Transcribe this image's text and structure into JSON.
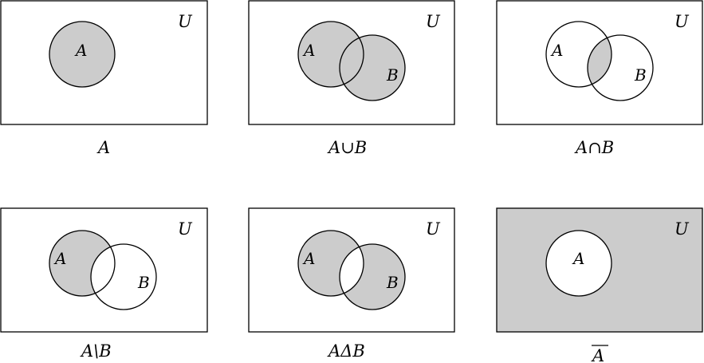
{
  "colors": {
    "shade": "#cccccc",
    "stroke": "#000000",
    "background": "#ffffff"
  },
  "diagrams": [
    {
      "universe_label": "U",
      "set_a_label": "A",
      "set_b_label": "",
      "caption": "A"
    },
    {
      "universe_label": "U",
      "set_a_label": "A",
      "set_b_label": "B",
      "caption": "A∪B"
    },
    {
      "universe_label": "U",
      "set_a_label": "A",
      "set_b_label": "B",
      "caption": "A∩B"
    },
    {
      "universe_label": "U",
      "set_a_label": "A",
      "set_b_label": "B",
      "caption": "A\\B"
    },
    {
      "universe_label": "U",
      "set_a_label": "A",
      "set_b_label": "B",
      "caption": "AΔB"
    },
    {
      "universe_label": "U",
      "set_a_label": "A",
      "set_b_label": "",
      "caption": "A"
    }
  ]
}
